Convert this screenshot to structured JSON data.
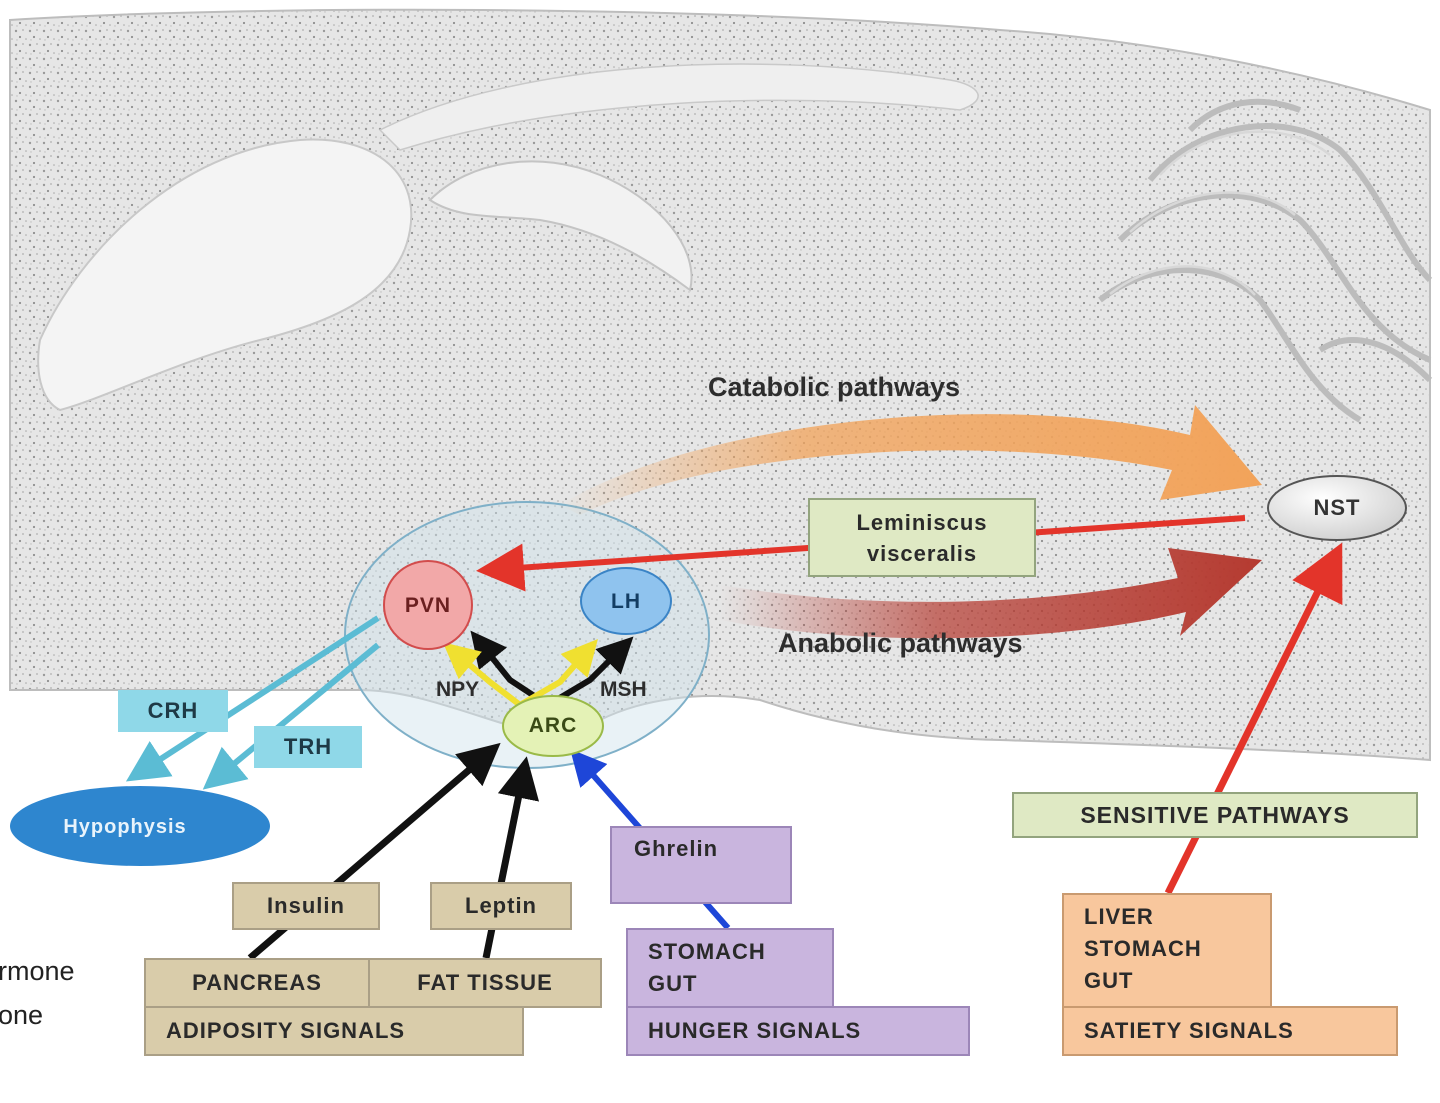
{
  "pathways": {
    "catabolic": "Catabolic pathways",
    "anabolic": "Anabolic pathways",
    "sensitive": "SENSITIVE PATHWAYS"
  },
  "nuclei": {
    "nst": "NST",
    "pvn": "PVN",
    "lh": "LH",
    "arc": "ARC",
    "hypophysis": "Hypophysis"
  },
  "neuropeptides": {
    "npy": "NPY",
    "msh": "MSH",
    "crh": "CRH",
    "trh": "TRH"
  },
  "tract": {
    "line1": "Leminiscus",
    "line2": "visceralis"
  },
  "hormones": {
    "insulin": "Insulin",
    "leptin": "Leptin",
    "ghrelin": "Ghrelin"
  },
  "organs": {
    "pancreas": "PANCREAS",
    "fat_tissue": "FAT TISSUE",
    "stomach": "STOMACH",
    "gut": "GUT",
    "liver": "LIVER"
  },
  "signals": {
    "adiposity": "ADIPOSITY SIGNALS",
    "hunger": "HUNGER SIGNALS",
    "satiety": "SATIETY SIGNALS"
  },
  "cropped_text": {
    "line1": "rmone",
    "line2": "one"
  },
  "colors": {
    "catabolic_arrow": "#f2a35a",
    "anabolic_arrow": "#b53a30",
    "red_arrow": "#e3342a",
    "cyan_arrow": "#5bbcd4",
    "yellow_arrow": "#f0e030",
    "blue_arrow": "#1e46d8",
    "black_arrow": "#111111",
    "pvn_fill": "#f2a8a8",
    "lh_fill": "#8fc3ee",
    "arc_fill": "#e4f2b6",
    "nst_fill": "#e8e8e8",
    "hypophysis_fill": "#2e86cf"
  }
}
